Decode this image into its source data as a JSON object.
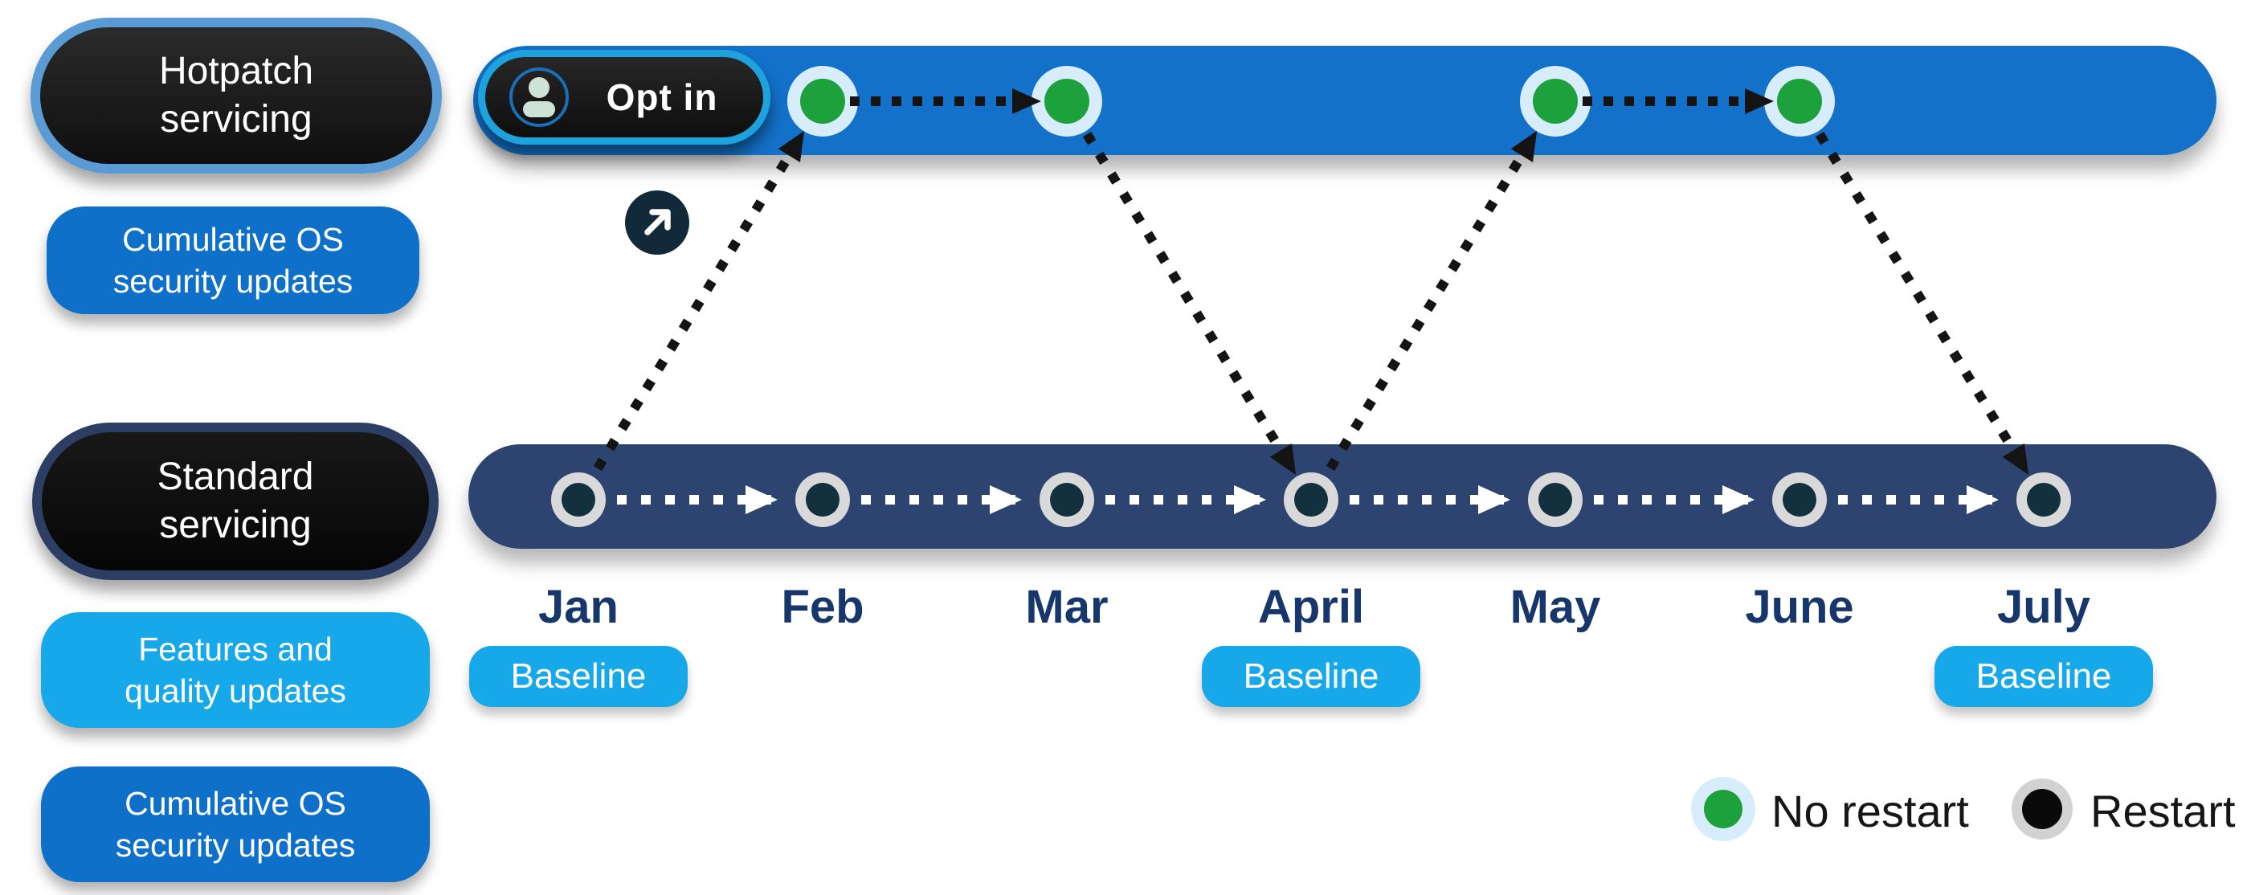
{
  "diagram": {
    "hotpatch": {
      "label": "Hotpatch\nservicing",
      "updates_label": "Cumulative OS\nsecurity updates",
      "opt_in_label": "Opt in"
    },
    "standard": {
      "label": "Standard\nservicing",
      "features_label": "Features and\nquality updates",
      "updates_label": "Cumulative OS\nsecurity updates"
    },
    "months": [
      {
        "label": "Jan",
        "track": "standard",
        "restart": true,
        "baseline": true
      },
      {
        "label": "Feb",
        "track": "hotpatch",
        "restart": false,
        "baseline": false
      },
      {
        "label": "Mar",
        "track": "hotpatch",
        "restart": false,
        "baseline": false
      },
      {
        "label": "April",
        "track": "standard",
        "restart": true,
        "baseline": true
      },
      {
        "label": "May",
        "track": "hotpatch",
        "restart": false,
        "baseline": false
      },
      {
        "label": "June",
        "track": "hotpatch",
        "restart": false,
        "baseline": false
      },
      {
        "label": "July",
        "track": "standard",
        "restart": true,
        "baseline": true
      }
    ],
    "baseline_label": "Baseline",
    "legend": {
      "no_restart": "No restart",
      "restart": "Restart"
    },
    "colors": {
      "hotpatch_bar_blue": "#1371c9",
      "standard_bar_navy": "#2e4470",
      "no_restart_green": "#1ca13c",
      "restart_dot_dark": "#12303e",
      "baseline_azure": "#17a8e9",
      "cumulative_blue": "#0e70c8",
      "month_text_navy": "#17366b",
      "hotpatch_pill_border": "#5b9bd5",
      "opt_in_border_cyan": "#1ea2dd"
    }
  }
}
